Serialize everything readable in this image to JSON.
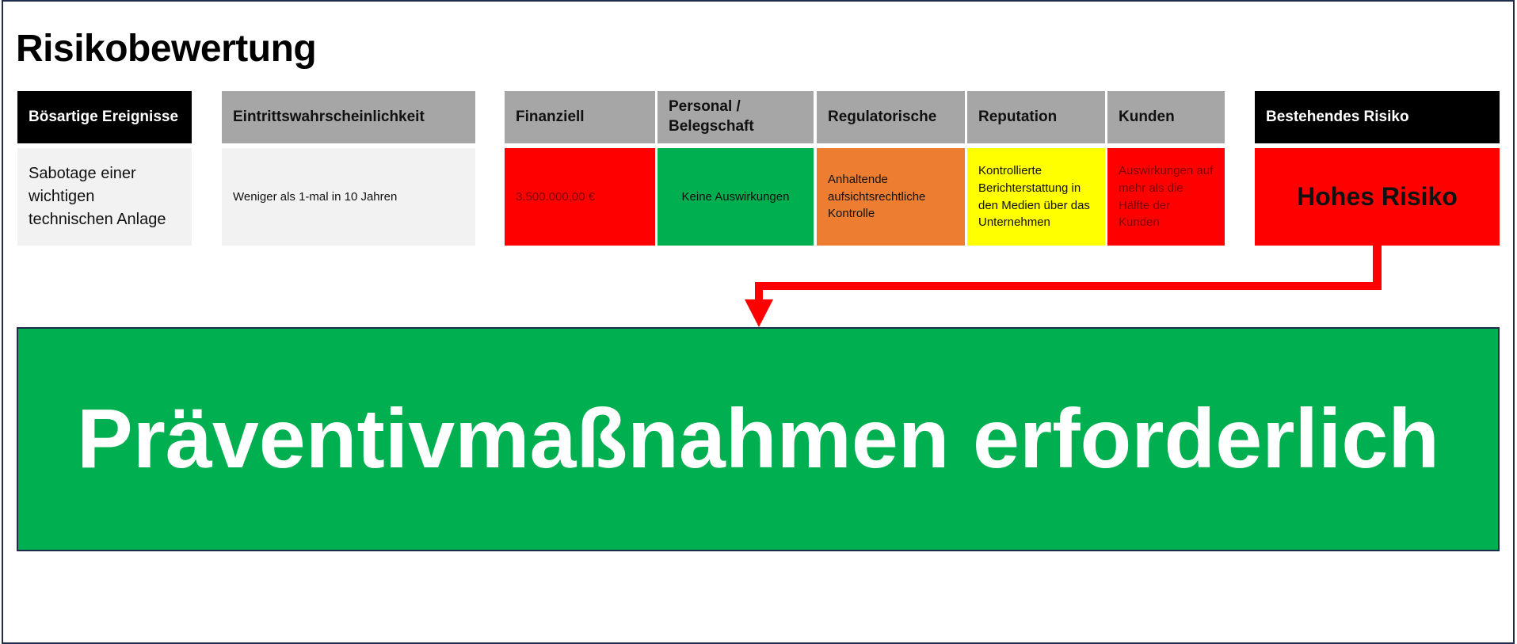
{
  "title": "Risikobewertung",
  "headers": {
    "event": "Bösartige Ereignisse",
    "probability": "Eintrittswahrscheinlichkeit",
    "financial": "Finanziell",
    "personnel": "Personal / Belegschaft",
    "regulatory": "Regulatorische",
    "reputation": "Reputation",
    "customers": "Kunden",
    "existing_risk": "Bestehendes Risiko"
  },
  "row": {
    "event": "Sabotage einer wichtigen technischen Anlage",
    "probability": "Weniger als 1-mal in 10 Jahren",
    "financial": "3.500.000,00 €",
    "personnel": "Keine Auswirkungen",
    "regulatory": "Anhaltende aufsichtsrechtliche Kontrolle",
    "reputation": "Kontrollierte Berichterstattung in den Medien über das Unternehmen",
    "customers": "Auswirkungen auf mehr als die Hälfte der Kunden",
    "existing_risk": "Hohes Risiko"
  },
  "result": "Präventivmaßnahmen erforderlich",
  "colors": {
    "red": "#ff0000",
    "green": "#00b050",
    "orange": "#ed7d31",
    "yellow": "#ffff00",
    "grey_header": "#a6a6a6",
    "light_cell": "#f2f2f2"
  }
}
